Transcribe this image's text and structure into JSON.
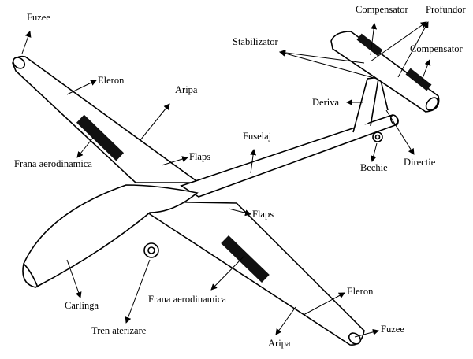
{
  "labels": {
    "fuzee_top": "Fuzee",
    "eleron_top": "Eleron",
    "aripa_top": "Aripa",
    "frana_top": "Frana aerodinamica",
    "flaps_top": "Flaps",
    "fuselaj": "Fuselaj",
    "compensator_top": "Compensator",
    "profundor": "Profundor",
    "stabilizator": "Stabilizator",
    "compensator_right": "Compensator",
    "deriva": "Deriva",
    "bechie": "Bechie",
    "directie": "Directie",
    "flaps_bottom": "Flaps",
    "carlinga": "Carlinga",
    "frana_bottom": "Frana aerodinamica",
    "tren_aterizare": "Tren aterizare",
    "eleron_bottom": "Eleron",
    "aripa_bottom": "Aripa",
    "fuzee_bottom": "Fuzee"
  }
}
